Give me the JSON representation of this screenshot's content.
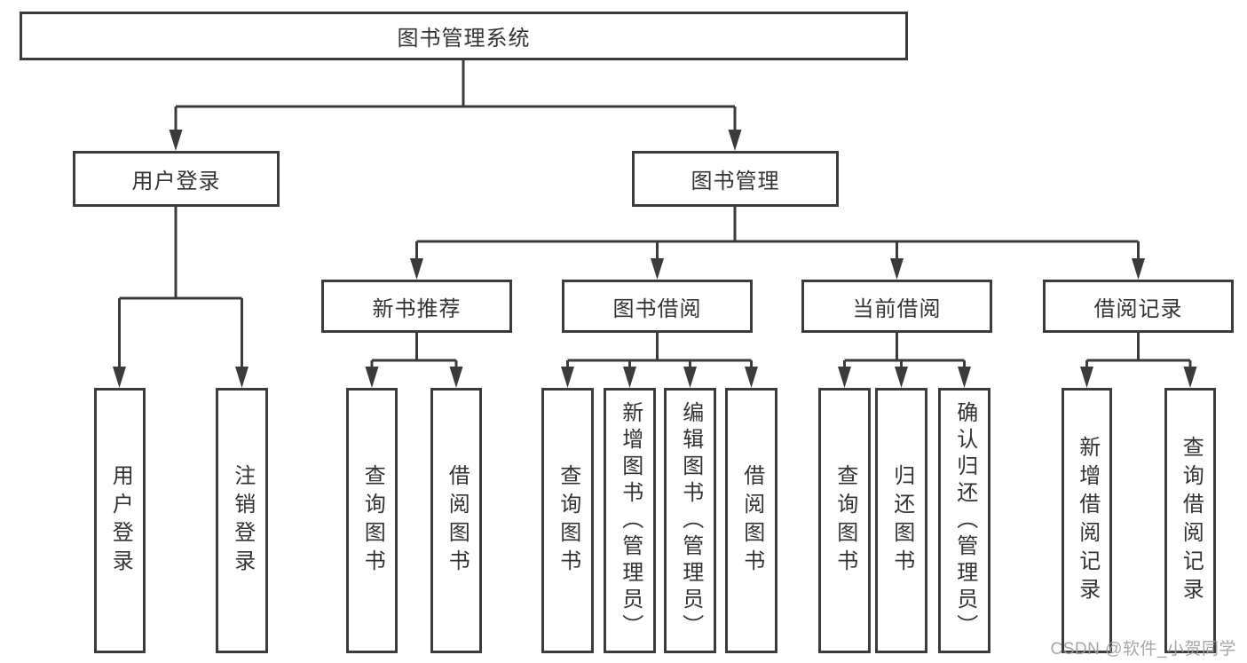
{
  "nodes": {
    "root": "图书管理系统",
    "user_login": "用户登录",
    "book_mgmt": "图书管理",
    "new_books": "新书推荐",
    "book_borrow": "图书借阅",
    "current_borrow": "当前借阅",
    "borrow_records": "借阅记录",
    "leaves": {
      "user_login": [
        "用户登录",
        "注销登录"
      ],
      "new_books": [
        "查询图书",
        "借阅图书"
      ],
      "book_borrow": [
        "查询图书",
        "新增图书（管理员）",
        "编辑图书（管理员）",
        "借阅图书"
      ],
      "current_borrow": [
        "查询图书",
        "归还图书",
        "确认归还（管理员）"
      ],
      "borrow_records": [
        "新增借阅记录",
        "查询借阅记录"
      ]
    }
  },
  "watermark": "CSDN @软件_小贺同学",
  "colors": {
    "line": "#3b3b3b",
    "text": "#333333",
    "watermark": "#9e9e9e",
    "background": "#ffffff"
  }
}
